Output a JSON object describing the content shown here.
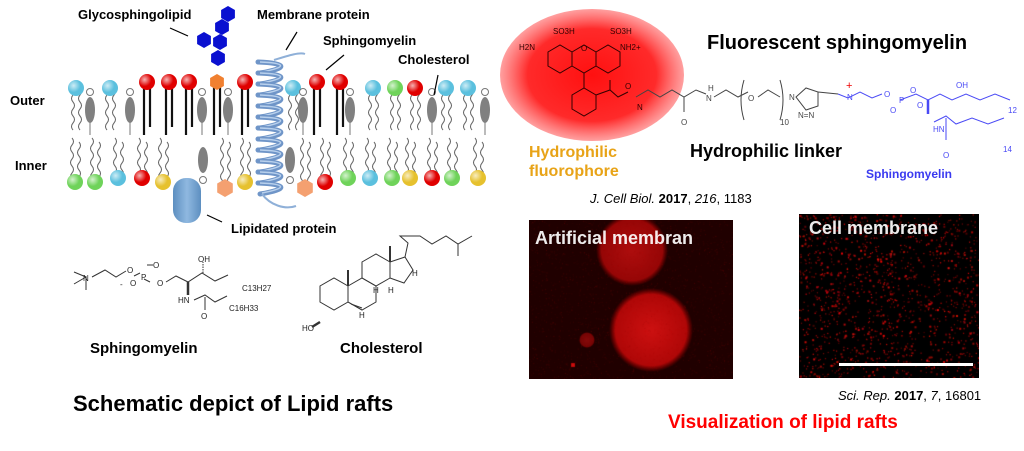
{
  "membrane": {
    "labels": {
      "glycosphingolipid": "Glycosphingolipid",
      "membrane_protein": "Membrane protein",
      "sphingomyelin": "Sphingomyelin",
      "cholesterol": "Cholesterol",
      "outer": "Outer",
      "inner": "Inner",
      "lipidated_protein": "Lipidated protein"
    },
    "head_colors": {
      "blue": "#5bc0de",
      "red": "#e00000",
      "green": "#6fd35a",
      "yellow": "#e6c12e",
      "orange": "#f08030",
      "peach": "#f4a070",
      "sugar": "#0a10d0",
      "protein": "#8fb0d8",
      "cholesterol": "#808080"
    }
  },
  "structures": {
    "sphingomyelin": {
      "name": "Sphingomyelin",
      "atoms": {
        "n": "N",
        "o1": "O",
        "o2": "O",
        "p": "P",
        "o3": "O",
        "o4": "O",
        "o5": "O",
        "neg": "-",
        "oh": "OH",
        "c13": "C13H27",
        "hn": "HN",
        "c16": "C16H33",
        "o6": "O"
      }
    },
    "cholesterol": {
      "name": "Cholesterol",
      "atoms": {
        "ho": "HO",
        "h1": "H",
        "h2": "H",
        "h3": "H",
        "h4": "H"
      }
    }
  },
  "left_title": "Schematic depict of Lipid rafts",
  "probe": {
    "title": "Fluorescent sphingomyelin",
    "fluorophore_label": "Hydrophilic fluorophore",
    "fluorophore_line1": "Hydrophilic",
    "fluorophore_line2": "fluorophore",
    "linker_label": "Hydrophilic linker",
    "sphingomyelin_label": "Sphingomyelin",
    "atoms": {
      "so3h_1": "SO3H",
      "so3h_2": "SO3H",
      "h2n": "H2N",
      "nh2": "NH2+",
      "o_ring": "O",
      "o_amide": "O",
      "n_amide": "N",
      "nh": "H",
      "n2": "N",
      "o_peg": "O",
      "sub10": "10",
      "o_amide2": "O",
      "n_tri1": "N",
      "n_tri2": "N=N",
      "n_plus": "N",
      "plus": "+",
      "o_p1": "O",
      "p": "P",
      "o_p2": "O",
      "o_p3": "O",
      "o_p4": "O",
      "oh": "OH",
      "sub12": "12",
      "hn": "HN",
      "o_c": "O",
      "sub14": "14"
    },
    "colors": {
      "fluorophore_text": "#e8a317",
      "sphingomyelin": "#3a3af0",
      "glow": "#ff2020"
    }
  },
  "reference1": {
    "journal": "J. Cell Biol.",
    "year": "2017",
    "volume": "216",
    "page": "1183"
  },
  "images": [
    {
      "title": "Artificial membran"
    },
    {
      "title": "Cell membrane"
    }
  ],
  "reference2": {
    "journal": "Sci. Rep.",
    "year": "2017",
    "volume": "7",
    "page": "16801"
  },
  "right_title": "Visualization of lipid rafts",
  "right_title_color": "#ff0000"
}
